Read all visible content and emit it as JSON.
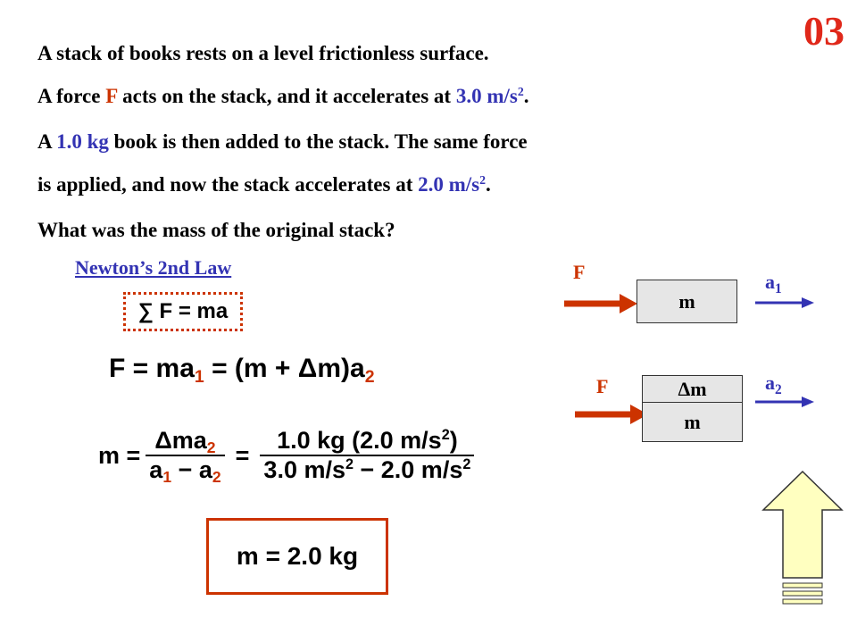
{
  "slide_number": "03",
  "problem": {
    "line1": "A stack of books rests on a level frictionless surface.",
    "line2_a": "A force ",
    "line2_F": "F",
    "line2_b": " acts on the stack, and it accelerates at ",
    "line2_acc": "3.0 m/s",
    "line2_exp": "2",
    "line2_end": ".",
    "line3_a": "A ",
    "line3_mass": "1.0 kg",
    "line3_b": " book is then added to the stack.  The same force",
    "line4_a": "is applied, and now the stack accelerates at ",
    "line4_acc": "2.0 m/s",
    "line4_exp": "2",
    "line4_end": ".",
    "line5": "What was the mass of the original stack?"
  },
  "law_label": "Newton’s 2nd Law",
  "equations": {
    "newton": "∑ F = ma",
    "eq2_lhs": "F = ma",
    "eq2_sub1": "1",
    "eq2_mid": " = (m + Δm)a",
    "eq2_sub2": "2",
    "eq3_lhs": "m = ",
    "eq3_num": "Δma",
    "eq3_num_sub": "2",
    "eq3_den_a": "a",
    "eq3_den_sub1": "1",
    "eq3_den_minus": " − a",
    "eq3_den_sub2": "2",
    "eq3_eq": "=",
    "eq3_rnum": "1.0 kg (2.0 m/s",
    "eq3_rnum_exp": "2",
    "eq3_rnum_close": ")",
    "eq3_rden_a": "3.0 m/s",
    "eq3_rden_exp1": "2",
    "eq3_rden_b": " − 2.0 m/s",
    "eq3_rden_exp2": "2",
    "answer": "m = 2.0 kg"
  },
  "diagram": {
    "force_label": "F",
    "mass_label": "m",
    "delta_mass_label": "Δm",
    "acc1": "a",
    "acc1_sub": "1",
    "acc2": "a",
    "acc2_sub": "2"
  },
  "colors": {
    "red": "#cc3300",
    "blue": "#3333b3",
    "arrow_fill": "#ffffc0"
  },
  "icons": {
    "force_arrow": "red-arrow-icon",
    "acc_arrow": "blue-arrow-icon",
    "nav": "up-arrow-icon"
  }
}
